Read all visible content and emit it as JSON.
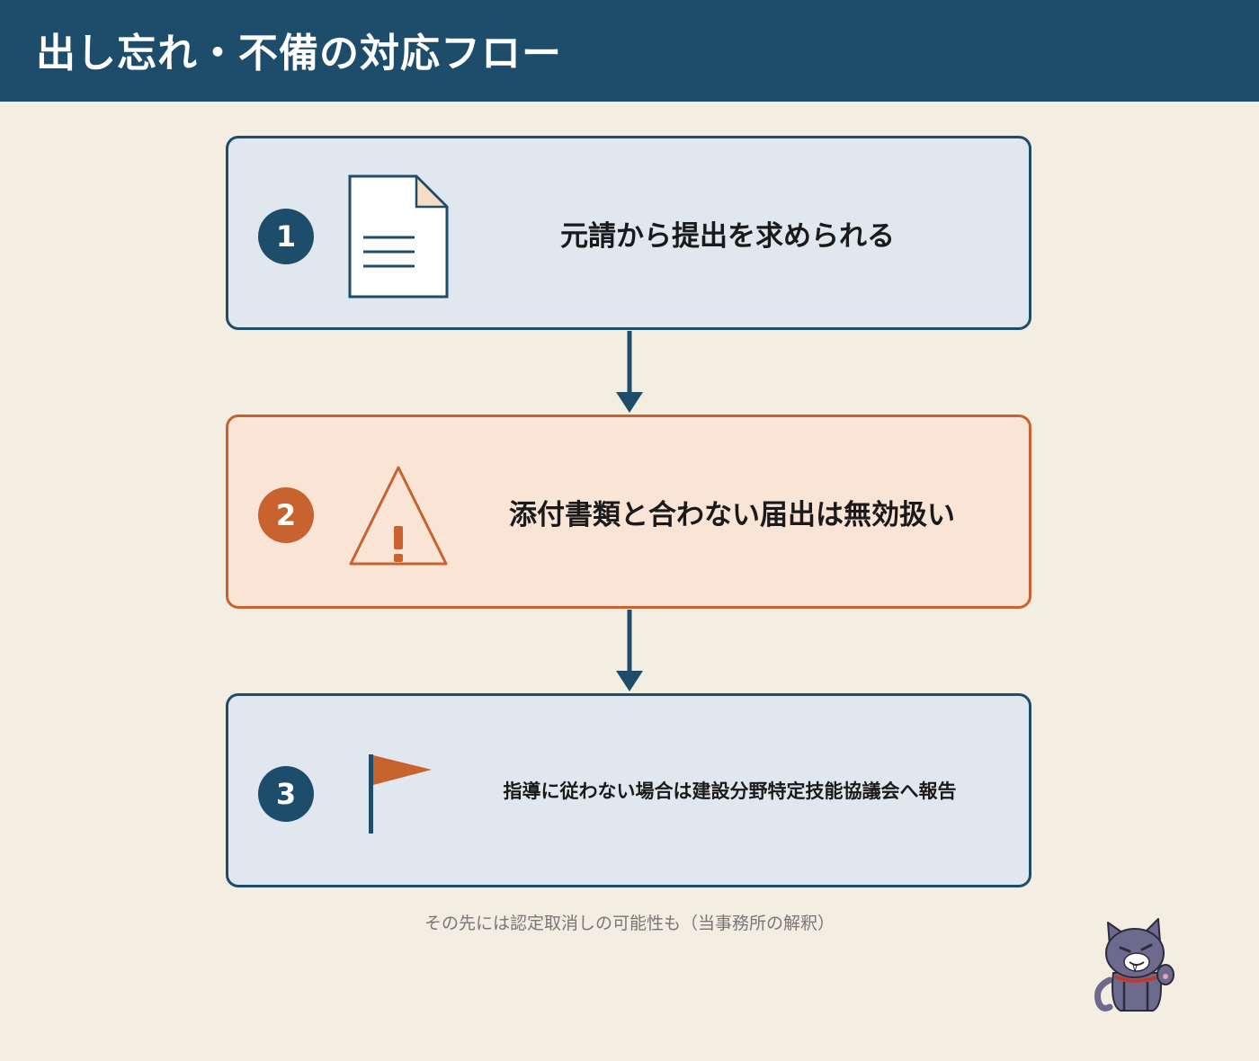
{
  "header": {
    "title": "出し忘れ・不備の対応フロー"
  },
  "steps": [
    {
      "number": "1",
      "text": "元請から提出を求められる",
      "icon": "document-icon"
    },
    {
      "number": "2",
      "text": "添付書類と合わない届出は無効扱い",
      "icon": "warning-icon"
    },
    {
      "number": "3",
      "text": "指導に従わない場合は建設分野特定技能協議会へ報告",
      "icon": "flag-icon"
    }
  ],
  "footnote": "その先には認定取消しの可能性も（当事務所の解釈）",
  "colors": {
    "header_bg": "#1e4d6b",
    "page_bg": "#f4ede2",
    "step_fill": "#e0e7ef",
    "warn_fill": "#f9e4d6",
    "accent_orange": "#c8622f"
  }
}
